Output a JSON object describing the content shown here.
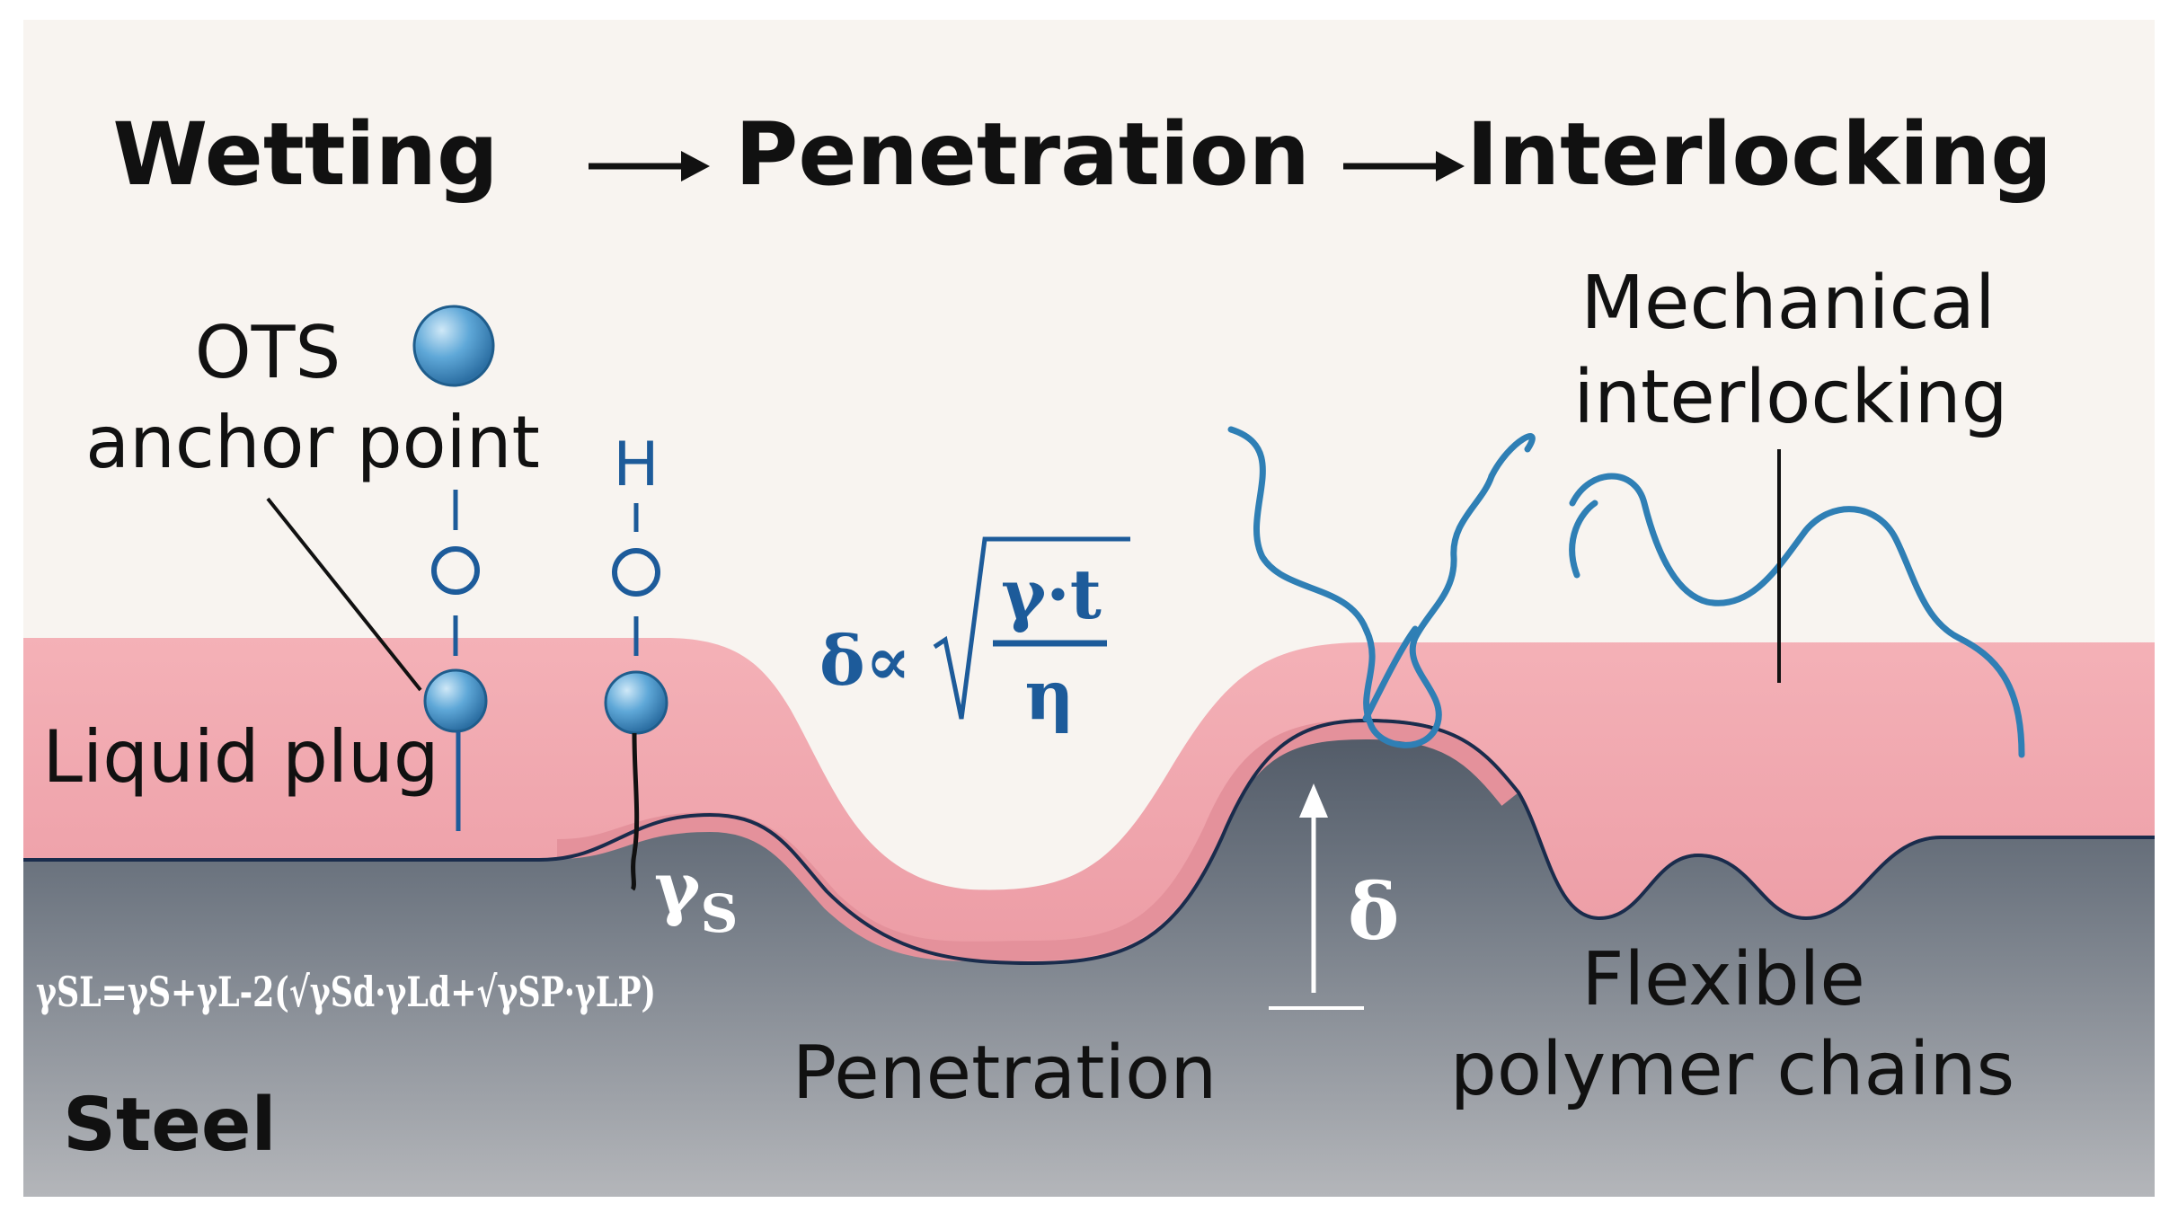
{
  "stages": {
    "step1": "Wetting",
    "step2": "Penetration",
    "step3": "Interlocking"
  },
  "labels": {
    "ots_line1": "OTS",
    "ots_line2": "anchor point",
    "liquid_plug": "Liquid plug",
    "mech_line1": "Mechanical",
    "mech_line2": "interlocking",
    "flexible_line1": "Flexible",
    "flexible_line2": "polymer chains",
    "penetration": "Penetration",
    "steel": "Steel",
    "gamma_s": "γ",
    "gamma_s_sub": "S",
    "delta": "δ"
  },
  "molecule": {
    "h": "H",
    "o": "O"
  },
  "formulas": {
    "depth_lhs": "δ∝",
    "depth_num": "γ·t",
    "depth_den": "η",
    "young": "γSL=γS+γL-2(√γSd·γLd+√γSP·γLP)"
  },
  "colors": {
    "background": "#f9f5f1",
    "coating": "#f1a9b0",
    "coating_dark": "#e08a94",
    "steel_top": "#5f6873",
    "steel_bottom": "#a9acb2",
    "navy": "#15305a",
    "chain": "#2f7fb5",
    "formula_blue": "#1d5b9a",
    "bead": "#4d9bd0"
  }
}
